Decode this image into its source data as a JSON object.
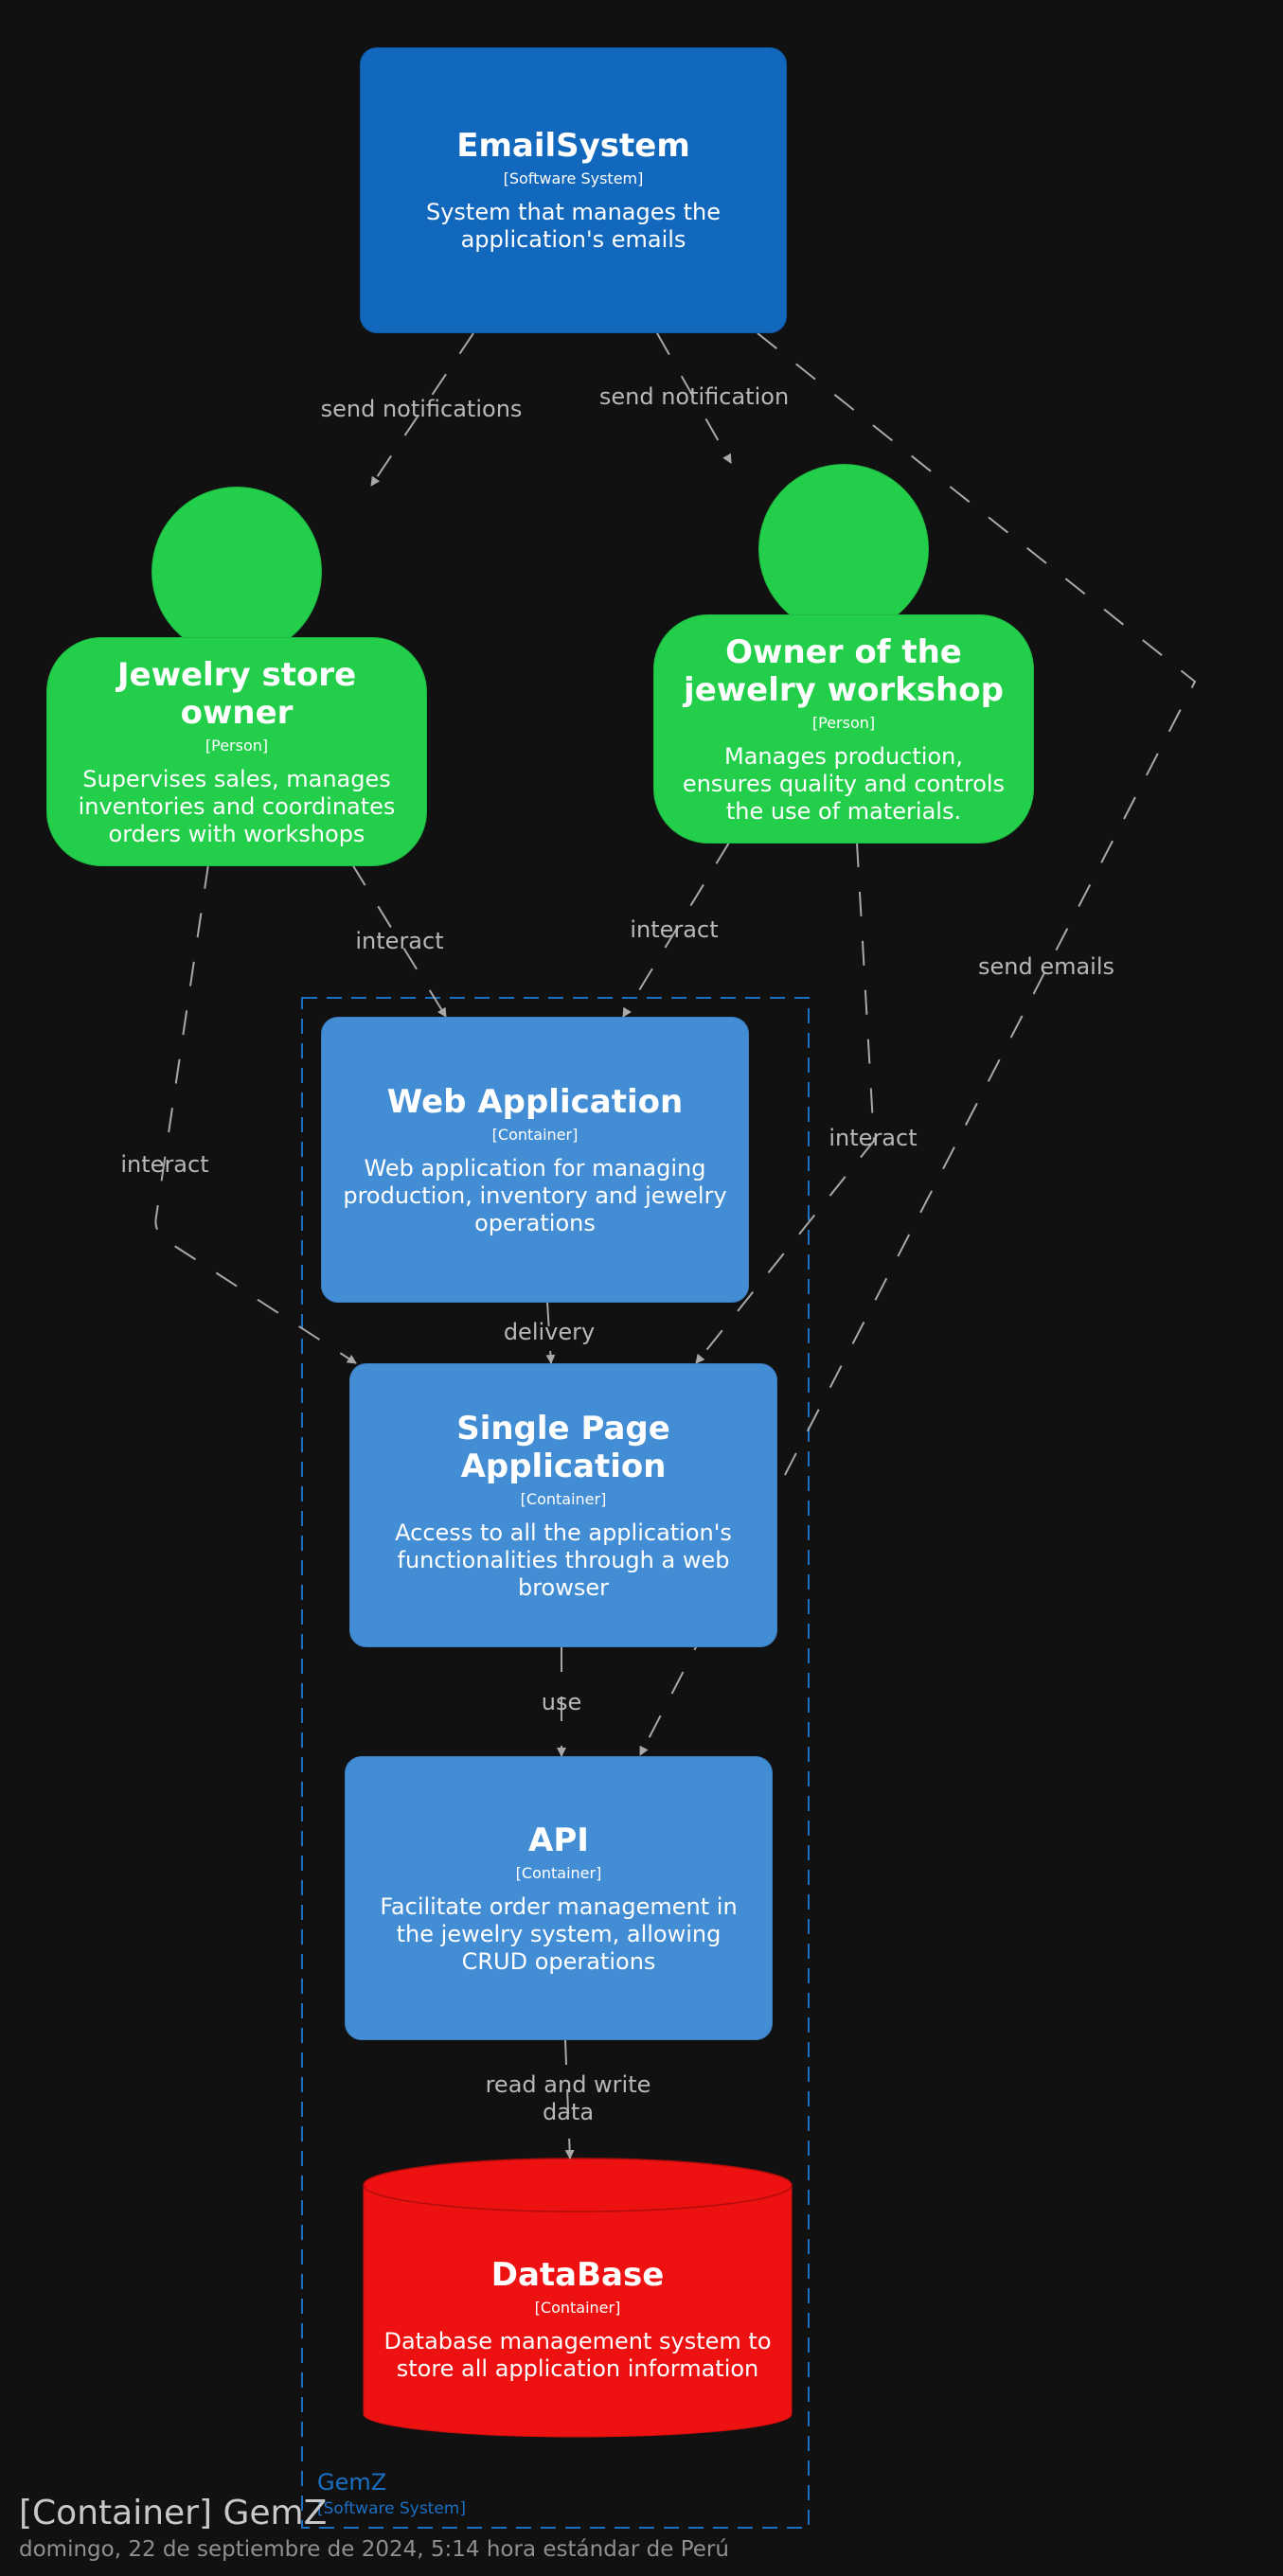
{
  "diagram": {
    "title": "[Container] GemZ",
    "subtitle": "domingo, 22 de septiembre de 2024, 5:14 hora estándar de Perú",
    "boundary": {
      "name": "GemZ",
      "stereotype": "[Software System]"
    },
    "nodes": {
      "email": {
        "name": "EmailSystem",
        "stereotype": "[Software System]",
        "description": "System that manages the application's emails"
      },
      "store_owner": {
        "name": "Jewelry store owner",
        "stereotype": "[Person]",
        "description": "Supervises sales, manages inventories and coordinates orders with workshops"
      },
      "workshop_owner": {
        "name": "Owner of the jewelry workshop",
        "stereotype": "[Person]",
        "description": "Manages production, ensures quality and controls the use of materials."
      },
      "web_app": {
        "name": "Web Application",
        "stereotype": "[Container]",
        "description": "Web application for managing production, inventory and jewelry operations"
      },
      "spa": {
        "name": "Single Page Application",
        "stereotype": "[Container]",
        "description": "Access to all the application's functionalities through a web browser"
      },
      "api": {
        "name": "API",
        "stereotype": "[Container]",
        "description": "Facilitate order management in the jewelry system, allowing CRUD operations"
      },
      "database": {
        "name": "DataBase",
        "stereotype": "[Container]",
        "description": "Database management system to store all application information"
      }
    },
    "edges": {
      "send_notifications": "send notifications",
      "send_notification": "send notification",
      "send_emails": "send emails",
      "interact_store_web": "interact",
      "interact_workshop_web": "interact",
      "interact_store_spa": "interact",
      "interact_workshop_spa": "interact",
      "delivery": "delivery",
      "use": "use",
      "read_write": "read and write data"
    },
    "colors": {
      "background": "#111111",
      "software_system": "#1168bd",
      "container": "#438dd5",
      "person": "#23cf4a",
      "database": "#ed1111",
      "boundary": "#1a6fc2",
      "edge": "#a8a8a8"
    }
  }
}
